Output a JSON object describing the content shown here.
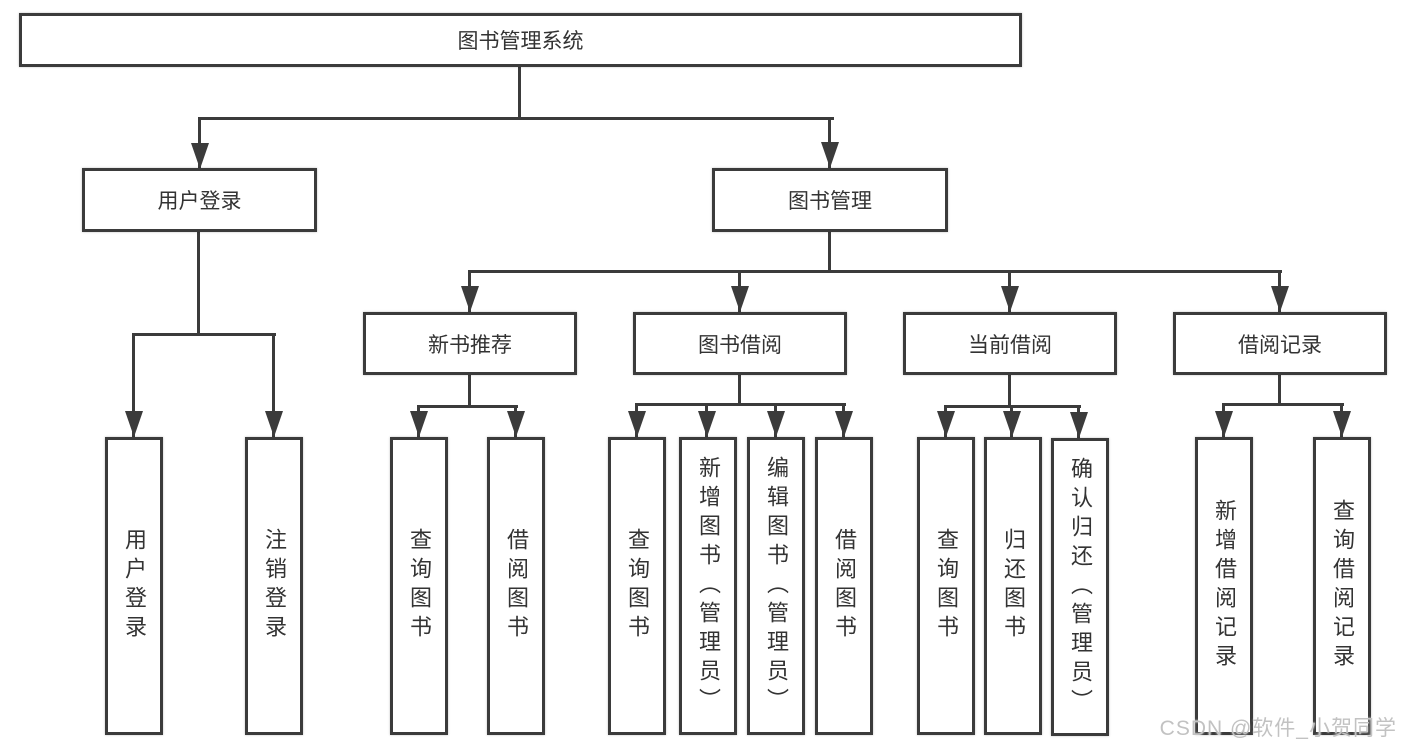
{
  "diagram_type": "hierarchy-tree",
  "root": {
    "label": "图书管理系统"
  },
  "level2": [
    {
      "label": "用户登录"
    },
    {
      "label": "图书管理"
    }
  ],
  "level3": [
    {
      "label": "新书推荐",
      "parent": "图书管理"
    },
    {
      "label": "图书借阅",
      "parent": "图书管理"
    },
    {
      "label": "当前借阅",
      "parent": "图书管理"
    },
    {
      "label": "借阅记录",
      "parent": "图书管理"
    }
  ],
  "leaves": [
    {
      "label": "用户登录",
      "parent": "用户登录"
    },
    {
      "label": "注销登录",
      "parent": "用户登录"
    },
    {
      "label": "查询图书",
      "parent": "新书推荐"
    },
    {
      "label": "借阅图书",
      "parent": "新书推荐"
    },
    {
      "label": "查询图书",
      "parent": "图书借阅"
    },
    {
      "label": "新增图书（管理员）",
      "parent": "图书借阅"
    },
    {
      "label": "编辑图书（管理员）",
      "parent": "图书借阅"
    },
    {
      "label": "借阅图书",
      "parent": "图书借阅"
    },
    {
      "label": "查询图书",
      "parent": "当前借阅"
    },
    {
      "label": "归还图书",
      "parent": "当前借阅"
    },
    {
      "label": "确认归还（管理员）",
      "parent": "当前借阅"
    },
    {
      "label": "新增借阅记录",
      "parent": "借阅记录"
    },
    {
      "label": "查询借阅记录",
      "parent": "借阅记录"
    }
  ],
  "watermark": "CSDN @软件_小贺同学",
  "colors": {
    "line": "#3b3b3b",
    "text": "#333333",
    "background": "#ffffff",
    "watermark": "#c2c2c2"
  }
}
